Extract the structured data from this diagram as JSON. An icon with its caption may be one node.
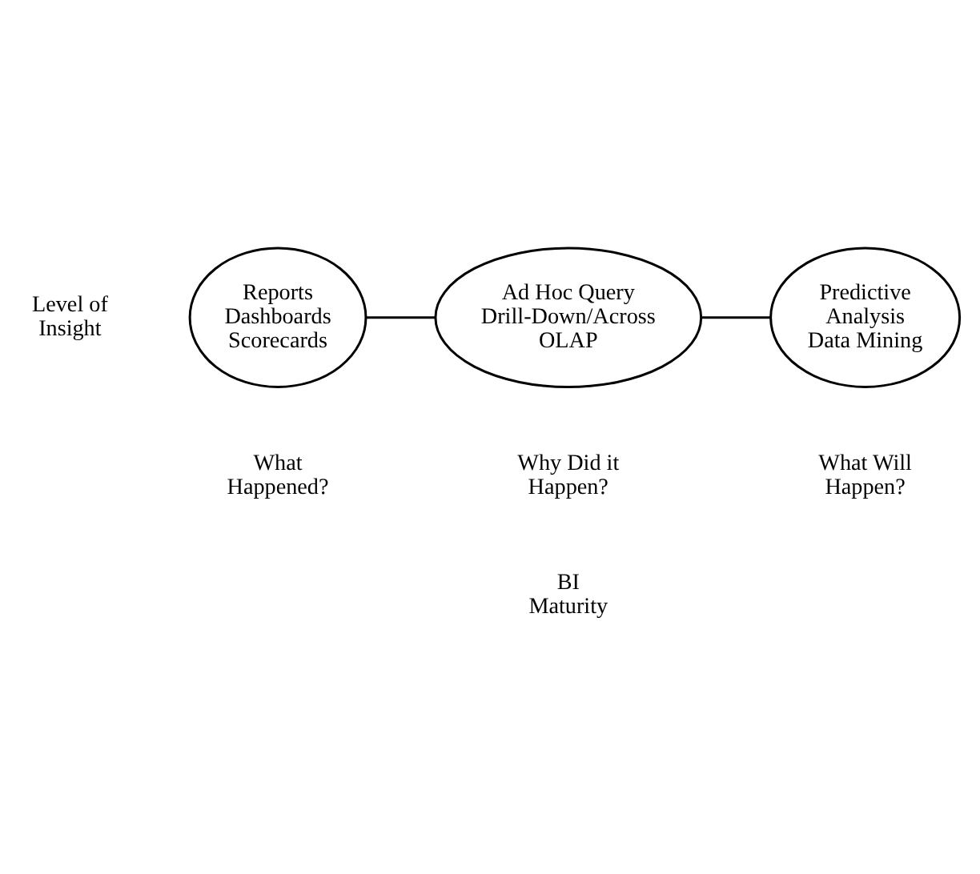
{
  "diagram": {
    "nodes": [
      {
        "text": [
          "Reports Dashboards Scorecards"
        ]
      },
      {
        "text": [
          "Ad Hoc Query Drill-Down/Across OLAP"
        ]
      },
      {
        "text": [
          "Predictive Analysis Data Mining"
        ]
      }
    ],
    "edges": [
      {
        "from": 0,
        "to": 1,
        "arrow": "none"
      },
      {
        "from": 1,
        "to": 2,
        "arrow": "none"
      }
    ],
    "labels": [
      "Level of Insight",
      "What Happened?",
      "Why Did it Happen?",
      "What Will Happen?",
      "BI Maturity"
    ]
  }
}
